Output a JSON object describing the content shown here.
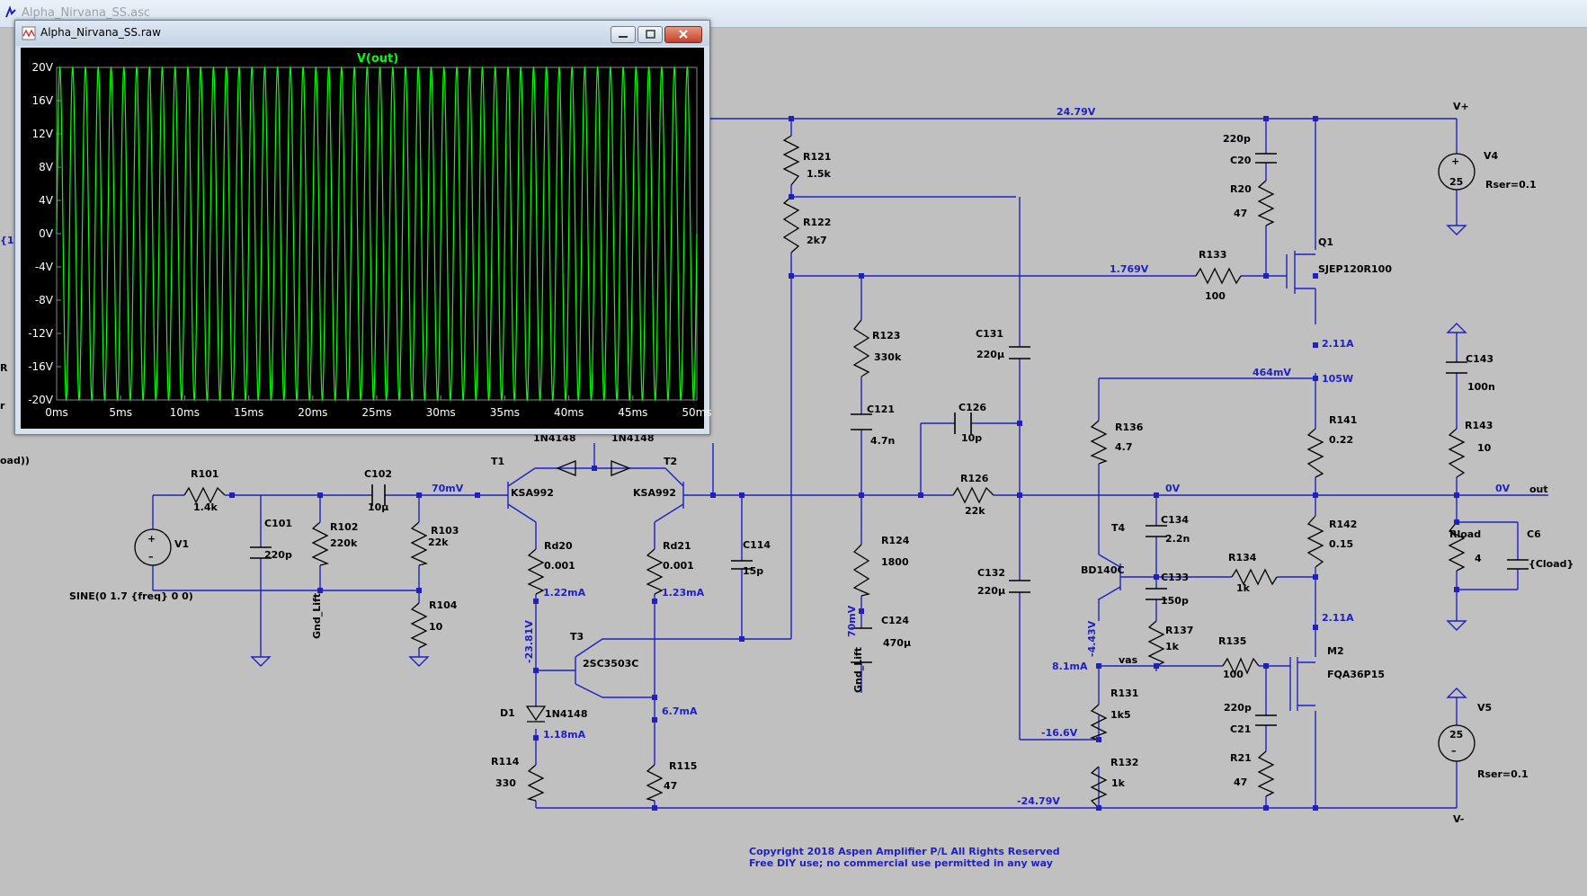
{
  "main_window": {
    "title": "Alpha_Nirvana_SS.asc"
  },
  "waveform_window": {
    "title": "Alpha_Nirvana_SS.raw"
  },
  "chart_data": {
    "type": "line",
    "title": "V(out)",
    "series": [
      {
        "name": "V(out)",
        "frequency_hz": 1000,
        "amplitude": 20
      }
    ],
    "x_ticks": [
      "0ms",
      "5ms",
      "10ms",
      "15ms",
      "20ms",
      "25ms",
      "30ms",
      "35ms",
      "40ms",
      "45ms",
      "50ms"
    ],
    "y_ticks": [
      "20V",
      "16V",
      "12V",
      "8V",
      "4V",
      "0V",
      "-4V",
      "-8V",
      "-12V",
      "-16V",
      "-20V"
    ],
    "xlim": [
      0,
      50
    ],
    "ylim": [
      -20,
      20
    ],
    "grid": false,
    "colors": {
      "background": "#000000",
      "trace": "#00ff00"
    }
  },
  "components": {
    "r121": {
      "ref": "R121",
      "val": "1.5k"
    },
    "r122": {
      "ref": "R122",
      "val": "2k7"
    },
    "r123": {
      "ref": "R123",
      "val": "330k"
    },
    "r124": {
      "ref": "R124",
      "val": "1800"
    },
    "r126": {
      "ref": "R126",
      "val": "22k"
    },
    "r101": {
      "ref": "R101",
      "val": "1.4k"
    },
    "r102": {
      "ref": "R102",
      "val": "220k"
    },
    "r103": {
      "ref": "R103",
      "val": "22k"
    },
    "r104": {
      "ref": "R104",
      "val": "10"
    },
    "rd20": {
      "ref": "Rd20",
      "val": "0.001"
    },
    "rd21": {
      "ref": "Rd21",
      "val": "0.001"
    },
    "r114": {
      "ref": "R114",
      "val": "330"
    },
    "r115": {
      "ref": "R115",
      "val": "47"
    },
    "r20": {
      "ref": "R20",
      "val": "47"
    },
    "r133": {
      "ref": "R133",
      "val": "100"
    },
    "r136": {
      "ref": "R136",
      "val": "4.7"
    },
    "r141": {
      "ref": "R141",
      "val": "0.22"
    },
    "r142": {
      "ref": "R142",
      "val": "0.15"
    },
    "r134": {
      "ref": "R134",
      "val": "1k"
    },
    "r137": {
      "ref": "R137",
      "val": "1k"
    },
    "r135": {
      "ref": "R135",
      "val": "100"
    },
    "r131": {
      "ref": "R131",
      "val": "1k5"
    },
    "r132": {
      "ref": "R132",
      "val": "1k"
    },
    "r21": {
      "ref": "R21",
      "val": "47"
    },
    "r143": {
      "ref": "R143",
      "val": "10"
    },
    "rload": {
      "ref": "Rload",
      "val": "4"
    },
    "c101": {
      "ref": "C101",
      "val": "220p"
    },
    "c102": {
      "ref": "C102",
      "val": "10µ"
    },
    "c114": {
      "ref": "C114",
      "val": "15p"
    },
    "c121": {
      "ref": "C121",
      "val": "4.7n"
    },
    "c124": {
      "ref": "C124",
      "val": "470µ"
    },
    "c126": {
      "ref": "C126",
      "val": "10p"
    },
    "c131": {
      "ref": "C131",
      "val": "220µ"
    },
    "c132": {
      "ref": "C132",
      "val": "220µ"
    },
    "c134": {
      "ref": "C134",
      "val": "2.2n"
    },
    "c133": {
      "ref": "C133",
      "val": "150p"
    },
    "c20": {
      "ref": "C20",
      "val": "220p"
    },
    "c21": {
      "ref": "C21",
      "val": "220p"
    },
    "c143": {
      "ref": "C143",
      "val": "100n"
    },
    "c6": {
      "ref": "C6",
      "val": "{Cload}"
    },
    "t1": {
      "ref": "T1",
      "val": "KSA992"
    },
    "t2": {
      "ref": "T2",
      "val": "KSA992"
    },
    "t3": {
      "ref": "T3",
      "val": "2SC3503C"
    },
    "t4": {
      "ref": "T4",
      "val": "BD140C"
    },
    "q1": {
      "ref": "Q1",
      "val": "SJEP120R100"
    },
    "m2": {
      "ref": "M2",
      "val": "FQA36P15"
    },
    "d1": {
      "ref": "D1",
      "val": "1N4148"
    },
    "d_left": {
      "val": "1N4148"
    },
    "d_right": {
      "val": "1N4148"
    },
    "v1": {
      "ref": "V1",
      "val": "SINE(0 1.7 {freq} 0 0)"
    },
    "v4": {
      "ref": "V4",
      "val": "25",
      "rser": "Rser=0.1"
    },
    "v5": {
      "ref": "V5",
      "val": "25",
      "rser": "Rser=0.1"
    }
  },
  "nets": {
    "vplus": "V+",
    "vminus": "V-",
    "out": "out",
    "vas": "vas",
    "gnd_lift": "Gnd_Lift"
  },
  "op_labels": {
    "v_2479": "24.79V",
    "v_1769": "1.769V",
    "a_211_top": "2.11A",
    "mv_464": "464mV",
    "w_105": "105W",
    "v_0_mid": "0V",
    "v_0_out": "0V",
    "mv_70_in": "70mV",
    "mv_70_vert": "70mV",
    "a_211_bot": "2.11A",
    "v_443": "-4.43V",
    "ma_81": "8.1mA",
    "v_166": "-16.6V",
    "v_m2479": "-24.79V",
    "ma_122": "1.22mA",
    "ma_123": "1.23mA",
    "v_2381": "-23.81V",
    "ma_67": "6.7mA",
    "ma_118": "1.18mA"
  },
  "partial_labels": {
    "left_brace": "{1",
    "left_load": "oad))",
    "left_r": "R",
    "left_r2": "r"
  },
  "copyright": {
    "line1": "Copyright 2018 Aspen Amplifier P/L All Rights Reserved",
    "line2": "Free DIY use;  no commercial use permitted in any way"
  },
  "colors": {
    "wire": "#1f1fc4",
    "schematic_bg": "#c0c0c0"
  }
}
